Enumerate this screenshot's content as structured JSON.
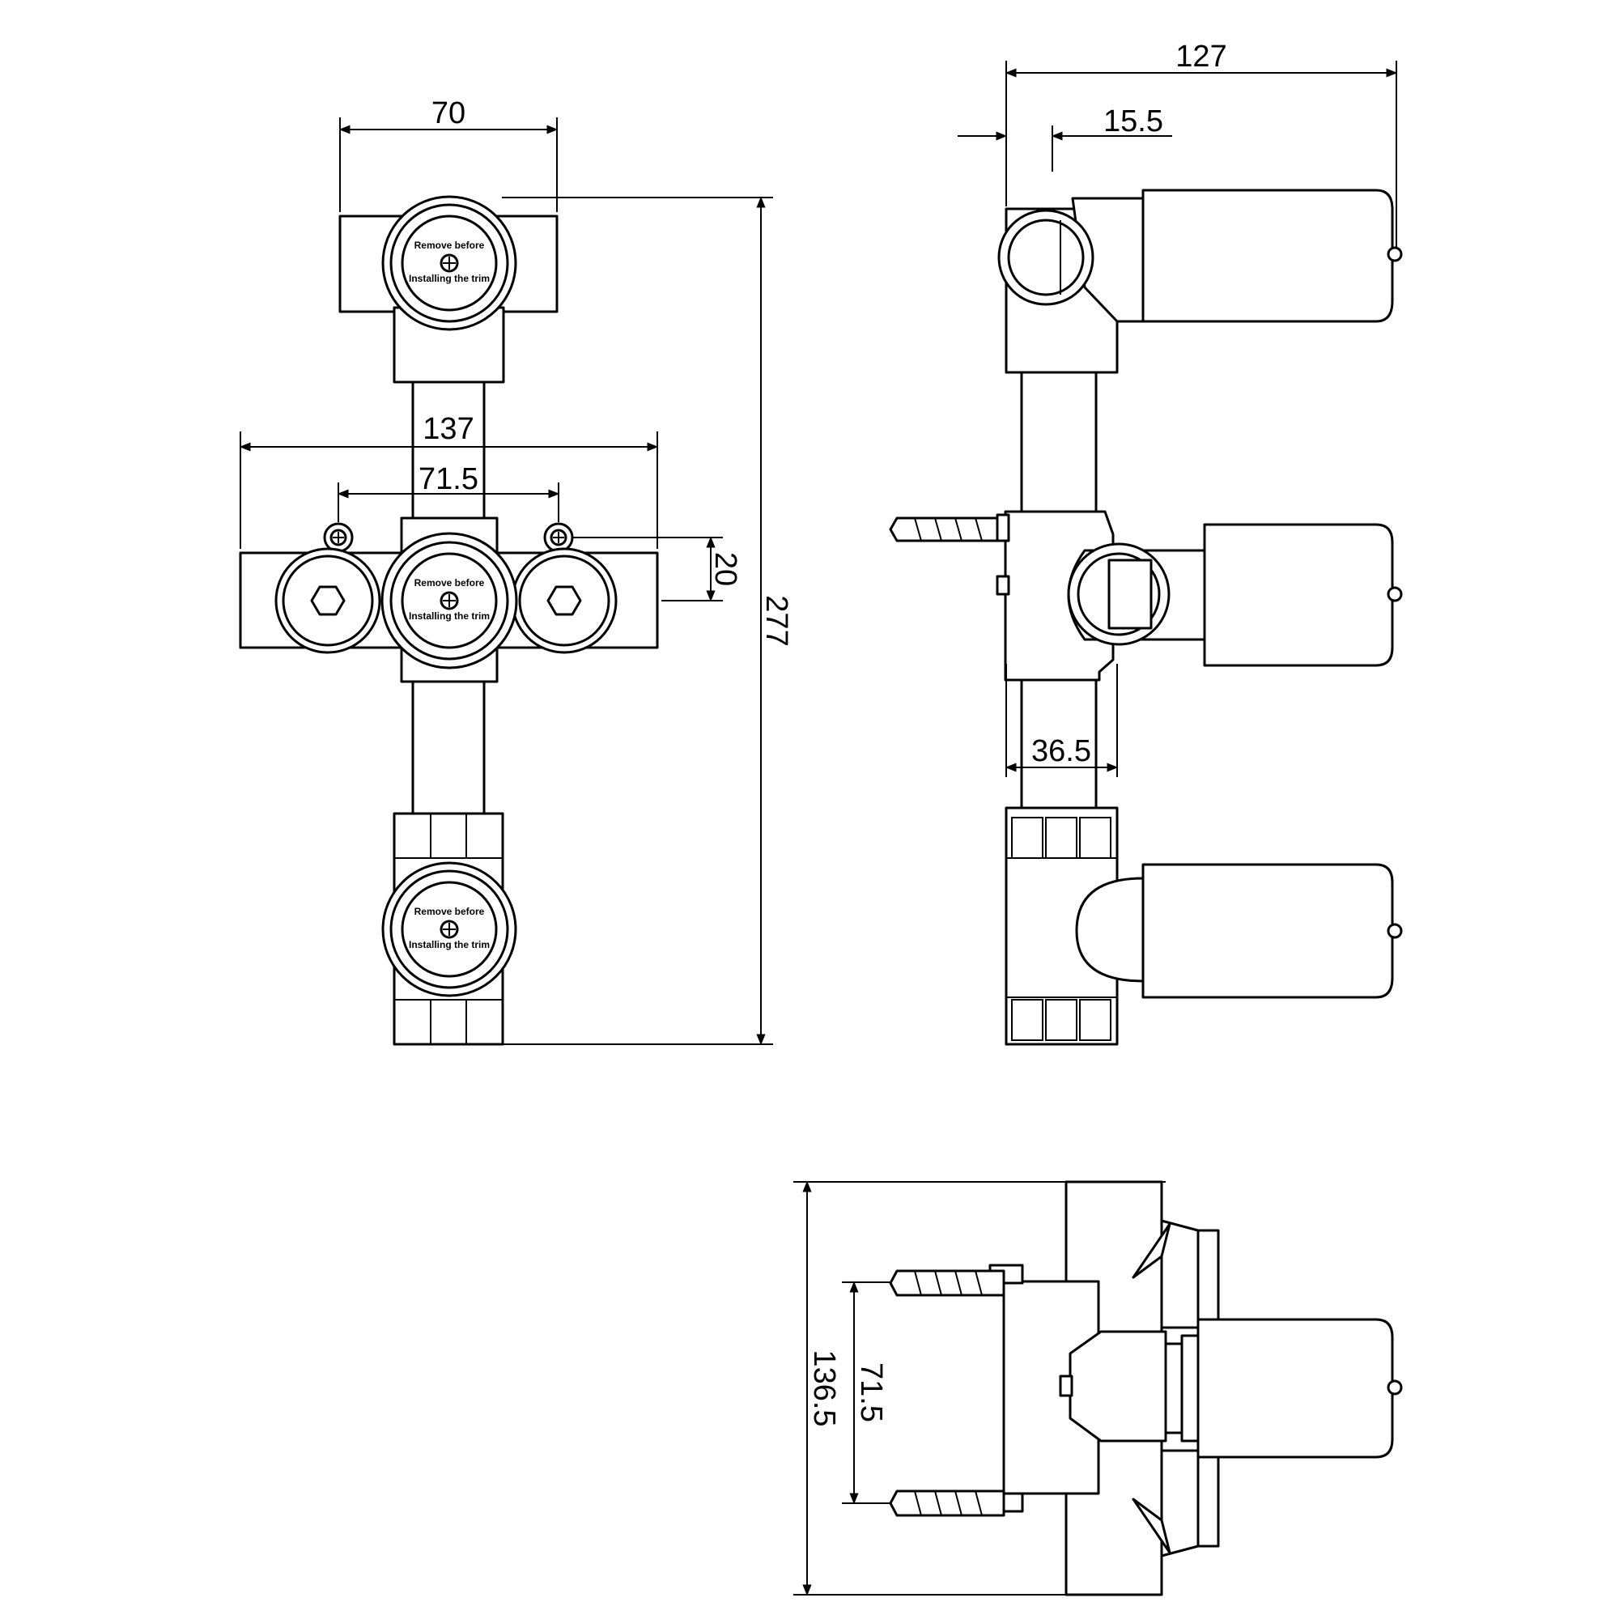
{
  "dimensions": {
    "front_top_width": "70",
    "front_overall_width": "137",
    "front_holes_spacing": "71.5",
    "front_hole_offset": "20",
    "front_height": "277",
    "side_depth": "127",
    "side_offset": "15.5",
    "side_body_depth": "36.5",
    "plan_width": "136.5",
    "plan_holes_spacing": "71.5"
  },
  "cap_text": {
    "line1": "Remove before",
    "line2": "Installing the trim"
  },
  "colors": {
    "line": "#000000",
    "background": "#ffffff"
  }
}
